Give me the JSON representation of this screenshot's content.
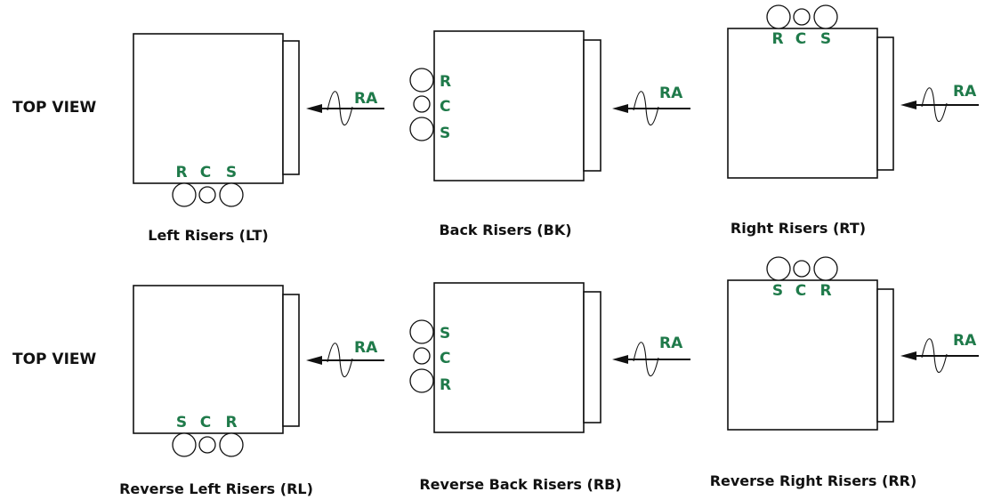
{
  "colors": {
    "line": "#111111",
    "letters": "#1f7a4a",
    "text": "#111111",
    "background": "#ffffff"
  },
  "row_labels": [
    "TOP VIEW",
    "TOP VIEW"
  ],
  "airflow_label": "RA",
  "panels": [
    {
      "caption": "Left Risers (LT)",
      "risers": [
        "R",
        "C",
        "S"
      ],
      "side": "bottom"
    },
    {
      "caption": "Back Risers (BK)",
      "risers": [
        "R",
        "C",
        "S"
      ],
      "side": "left"
    },
    {
      "caption": "Right Risers (RT)",
      "risers": [
        "R",
        "C",
        "S"
      ],
      "side": "top"
    },
    {
      "caption": "Reverse Left Risers (RL)",
      "risers": [
        "S",
        "C",
        "R"
      ],
      "side": "bottom"
    },
    {
      "caption": "Reverse Back Risers (RB)",
      "risers": [
        "S",
        "C",
        "R"
      ],
      "side": "left"
    },
    {
      "caption": "Reverse Right Risers (RR)",
      "risers": [
        "S",
        "C",
        "R"
      ],
      "side": "top"
    }
  ]
}
